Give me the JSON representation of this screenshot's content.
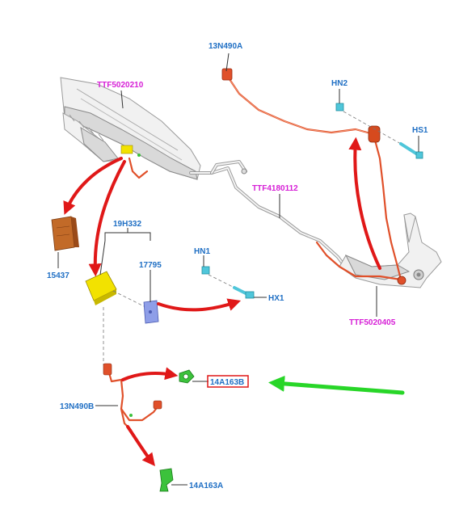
{
  "labels": {
    "l_13n490a": "13N490A",
    "l_hn2": "HN2",
    "l_hs1": "HS1",
    "l_ttf5020210": "TTF5020210",
    "l_ttf4180112": "TTF4180112",
    "l_19h332": "19H332",
    "l_15437": "15437",
    "l_17795": "17795",
    "l_hn1": "HN1",
    "l_hx1": "HX1",
    "l_ttf5020405": "TTF5020405",
    "l_14a163b": "14A163B",
    "l_13n490b": "13N490B",
    "l_14a163a": "14A163A"
  },
  "colors": {
    "part_label": "#1f6fc4",
    "reference_label": "#d61fd6",
    "callout_arrow": "#e01818",
    "highlight_arrow": "#28d628",
    "highlight_box": "#e01818",
    "harness": "#e0502a",
    "module": "#f2e200",
    "bracket": "#8e9ee8",
    "fastener": "#4fc6da",
    "connector_green": "#3cc23c"
  }
}
